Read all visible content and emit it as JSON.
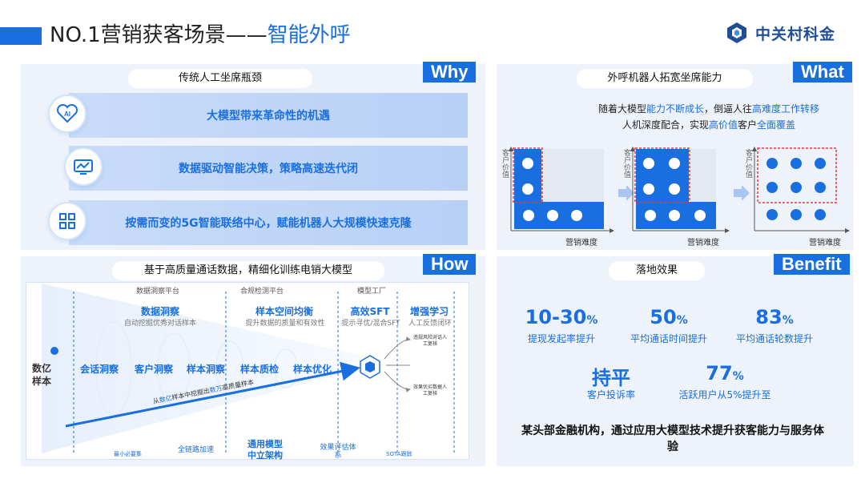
{
  "header": {
    "title_prefix": "NO.1营销获客场景——",
    "title_highlight": "智能外呼",
    "logo_text": "中关村科金"
  },
  "why": {
    "tag": "Why",
    "title": "传统人工坐席瓶颈",
    "items": [
      {
        "icon": "ai-heart-icon",
        "label": "大模型带来革命性的机遇"
      },
      {
        "icon": "data-chart-icon",
        "label": "数据驱动智能决策，策略高速迭代闭"
      },
      {
        "icon": "network-cube-icon",
        "label": "按需而变的5G智能联络中心，赋能机器人大规模快速克隆"
      }
    ]
  },
  "what": {
    "tag": "What",
    "title": "外呼机器人拓宽坐席能力",
    "desc_line1_parts": [
      "随着大模型",
      "能力不断成长",
      "，倒逼人往",
      "高难度工作转移"
    ],
    "desc_line2_parts": [
      "人机深度配合，实现",
      "高价值",
      "客户",
      "全面覆盖"
    ],
    "y_axis_label": "客户价值",
    "x_axis_label": "营销难度"
  },
  "how": {
    "tag": "How",
    "title": "基于高质量通话数据，精细化训练电销大模型",
    "platforms": [
      "数据洞察平台",
      "合规检测平台",
      "模型工厂"
    ],
    "sections": [
      {
        "heading": "数据洞察",
        "sub": "自动挖掘优秀对话样本"
      },
      {
        "heading": "样本空间均衡",
        "sub": "提升数据的质量和有效性"
      },
      {
        "heading": "高效SFT",
        "sub": "提示寻优/混合SFT"
      },
      {
        "heading": "增强学习",
        "sub": "人工反馈闭环"
      }
    ],
    "source_label_1": "数亿",
    "source_label_2": "样本",
    "steps": [
      "会话洞察",
      "客户洞察",
      "样本洞察",
      "样本质检",
      "样本优化"
    ],
    "arrow_text_parts": [
      "从",
      "数亿",
      "样本中挖掘出",
      "数万",
      "高质量样本"
    ],
    "right_labels": [
      "违规风险对话人工复核",
      "效果优劣数据人工复核"
    ],
    "bottom": [
      "最小必要集",
      "全链路加速",
      "通用模型",
      "中立架构",
      "效果评估体系",
      "SOTA跟踪"
    ]
  },
  "benefit": {
    "tag": "Benefit",
    "title": "落地效果",
    "metrics": [
      {
        "value": "10-30",
        "unit": "%",
        "label": "提现发起率提升"
      },
      {
        "value": "50",
        "unit": "%",
        "label": "平均通话时间提升"
      },
      {
        "value": "83",
        "unit": "%",
        "label": "平均通话轮数提升"
      },
      {
        "value": "持平",
        "unit": "",
        "label": "客户投诉率"
      },
      {
        "value": "77",
        "unit": "%",
        "label": "活跃用户从5%提升至"
      }
    ],
    "footer": "某头部金融机构，通过应用大模型技术提升获客能力与服务体验"
  },
  "colors": {
    "accent": "#1a6fe0",
    "panel_bg": "#eef3fb",
    "logo": "#1f4d98"
  }
}
